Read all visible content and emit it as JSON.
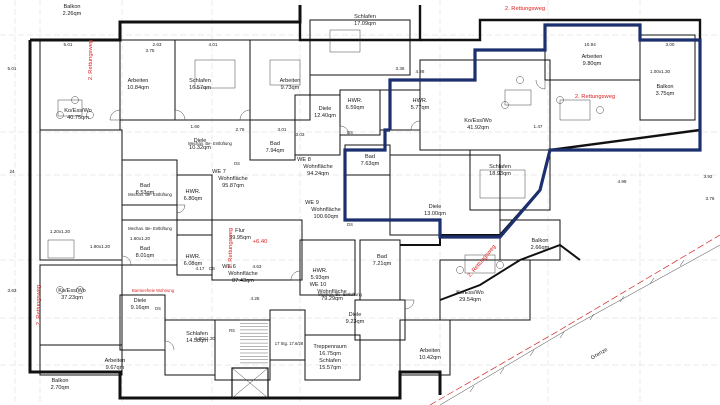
{
  "plan": {
    "colors": {
      "wall": "#111111",
      "thin": "#444444",
      "accent": "#1c2f6e",
      "escape": "#d22222",
      "grid": "#bdbdbd"
    },
    "rooms": [
      {
        "name": "Balkon",
        "area": "2.26qm"
      },
      {
        "name": "Schlafen",
        "area": "17.09qm"
      },
      {
        "name": "Arbeiten",
        "area": "10.84qm"
      },
      {
        "name": "Schlafen",
        "area": "16.57qm"
      },
      {
        "name": "Arbeiten",
        "area": "9.73qm"
      },
      {
        "name": "Ko/Ess/Wo",
        "area": "40.75qm"
      },
      {
        "name": "Diele",
        "area": "10.32qm"
      },
      {
        "name": "Diele",
        "area": "12.40qm"
      },
      {
        "name": "Bad",
        "area": "7.94qm"
      },
      {
        "name": "HWR.",
        "area": "6.59qm"
      },
      {
        "name": "HWR.",
        "area": "5.77qm"
      },
      {
        "name": "Ko/Ess/Wo",
        "area": "41.92qm"
      },
      {
        "name": "Arbeiten",
        "area": "9.80qm"
      },
      {
        "name": "Balkon",
        "area": "3.75qm"
      },
      {
        "name": "Bad",
        "area": "7.63qm"
      },
      {
        "name": "Schlafen",
        "area": "18.93qm"
      },
      {
        "name": "Bad",
        "area": "8.53qm"
      },
      {
        "name": "HWR.",
        "area": "6.80qm"
      },
      {
        "name": "Diele",
        "area": "13.00qm"
      },
      {
        "name": "Bad",
        "area": "8.01qm"
      },
      {
        "name": "HWR.",
        "area": "6.08qm"
      },
      {
        "name": "Flur",
        "area": "39.95qm"
      },
      {
        "name": "Bad",
        "area": "7.21qm"
      },
      {
        "name": "Balkon",
        "area": "2.66qm"
      },
      {
        "name": "Ko/Ess/Wo",
        "area": "37.23qm"
      },
      {
        "name": "Diele",
        "area": "9.16qm"
      },
      {
        "name": "HWR.",
        "area": "5.93qm"
      },
      {
        "name": "Ko/Ess/Wo",
        "area": "29.54qm"
      },
      {
        "name": "Diele",
        "area": "9.23qm"
      },
      {
        "name": "Treppenraum",
        "area": "16.75qm"
      },
      {
        "name": "Arbeiten",
        "area": "9.67qm"
      },
      {
        "name": "Schlafen",
        "area": "14.58qm"
      },
      {
        "name": "Schlafen",
        "area": "15.57qm"
      },
      {
        "name": "Arbeiten",
        "area": "10.42qm"
      },
      {
        "name": "Balkon",
        "area": "2.70qm"
      }
    ],
    "units": [
      {
        "id": "WE 7",
        "label": "Wohnfläche",
        "area": "95.87qm"
      },
      {
        "id": "WE 8",
        "label": "Wohnfläche",
        "area": "94.24qm"
      },
      {
        "id": "WE 9",
        "label": "Wohnfläche",
        "area": "100.60qm"
      },
      {
        "id": "WE 6",
        "label": "Wohnfläche",
        "area": "87.43qm"
      },
      {
        "id": "WE 10",
        "label": "Wohnfläche",
        "area": "79.29qm"
      }
    ],
    "escape_label": "2. Rettungsweg",
    "accessible_label": "Barrierefreie Wohnung",
    "stair_label": "17 Stg. 17.6/28",
    "level_label": "+6.40",
    "boundary_label": "Grenze",
    "ventilation_label": "Mechan. Be- Entlüftung",
    "ds_label": "DS",
    "rs_label": "RS",
    "dims": [
      "5.01",
      "4.01",
      "2.63",
      "3.75",
      "4.28",
      "3.36",
      "3.00",
      "2.76",
      "3.01",
      "1.60",
      "3.03",
      "4.63",
      "4.17",
      "5.01",
      "3.92",
      "3.76",
      "24",
      "4.25",
      "1.20x1.20",
      "1.60x1.20",
      "1.90x1.20",
      "1.30x1.30",
      "1.00x1.30",
      "4.99",
      "1.47",
      "10.94",
      "3.63"
    ]
  }
}
